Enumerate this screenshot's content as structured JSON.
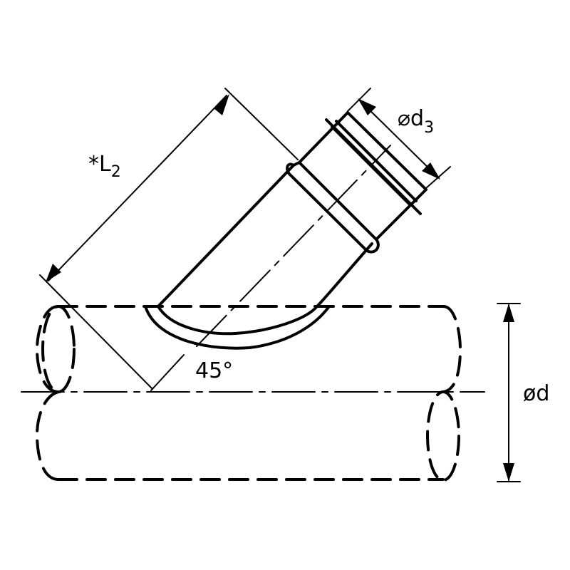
{
  "labels": {
    "length": {
      "prefix": "*L",
      "subscript": "2"
    },
    "outlet_diameter": {
      "prefix": "⌀d",
      "subscript": "3"
    },
    "angle": "45°",
    "main_diameter": "ød"
  },
  "colors": {
    "line": "#000000",
    "background": "#ffffff"
  }
}
